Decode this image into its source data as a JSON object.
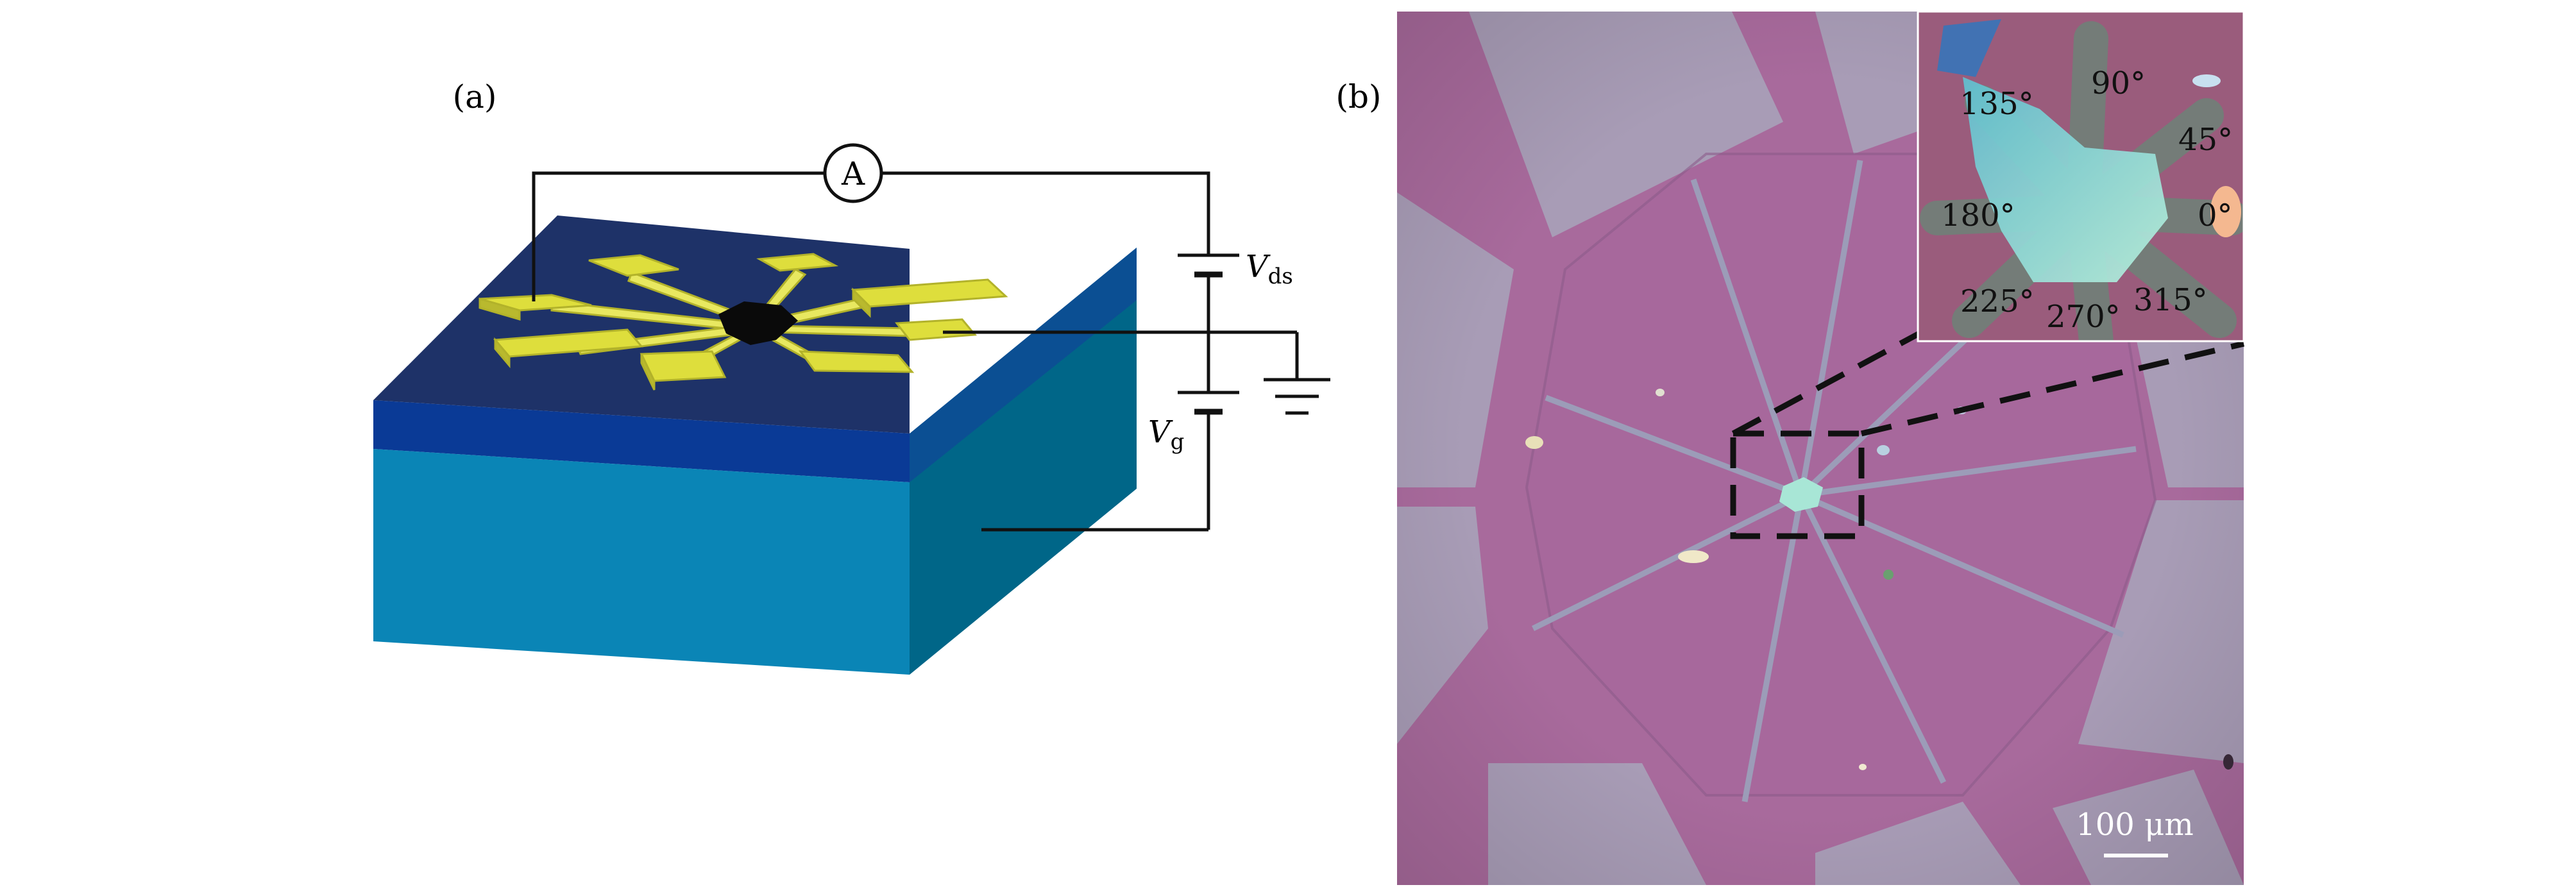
{
  "panel_a": {
    "label": "(a)",
    "ammeter": "A",
    "vds": {
      "main": "V",
      "sub": "ds"
    },
    "vg": {
      "main": "V",
      "sub": "g"
    }
  },
  "panel_b": {
    "label": "(b)",
    "scale_bar": "100 μm",
    "angles": {
      "a135": "135°",
      "a90": "90°",
      "a45": "45°",
      "a180": "180°",
      "a0": "0°",
      "a225": "225°",
      "a270": "270°",
      "a315": "315°"
    }
  },
  "colors": {
    "substrate_top": "#1e3268",
    "oxide_layer": "#0a3a96",
    "silicon_front": "#0a85b6",
    "silicon_side": "#006688",
    "gold": "#dede3c",
    "micro_background": "#a86a9c",
    "micro_pad": "#a89cb6",
    "flake": "#a8e6d6"
  }
}
